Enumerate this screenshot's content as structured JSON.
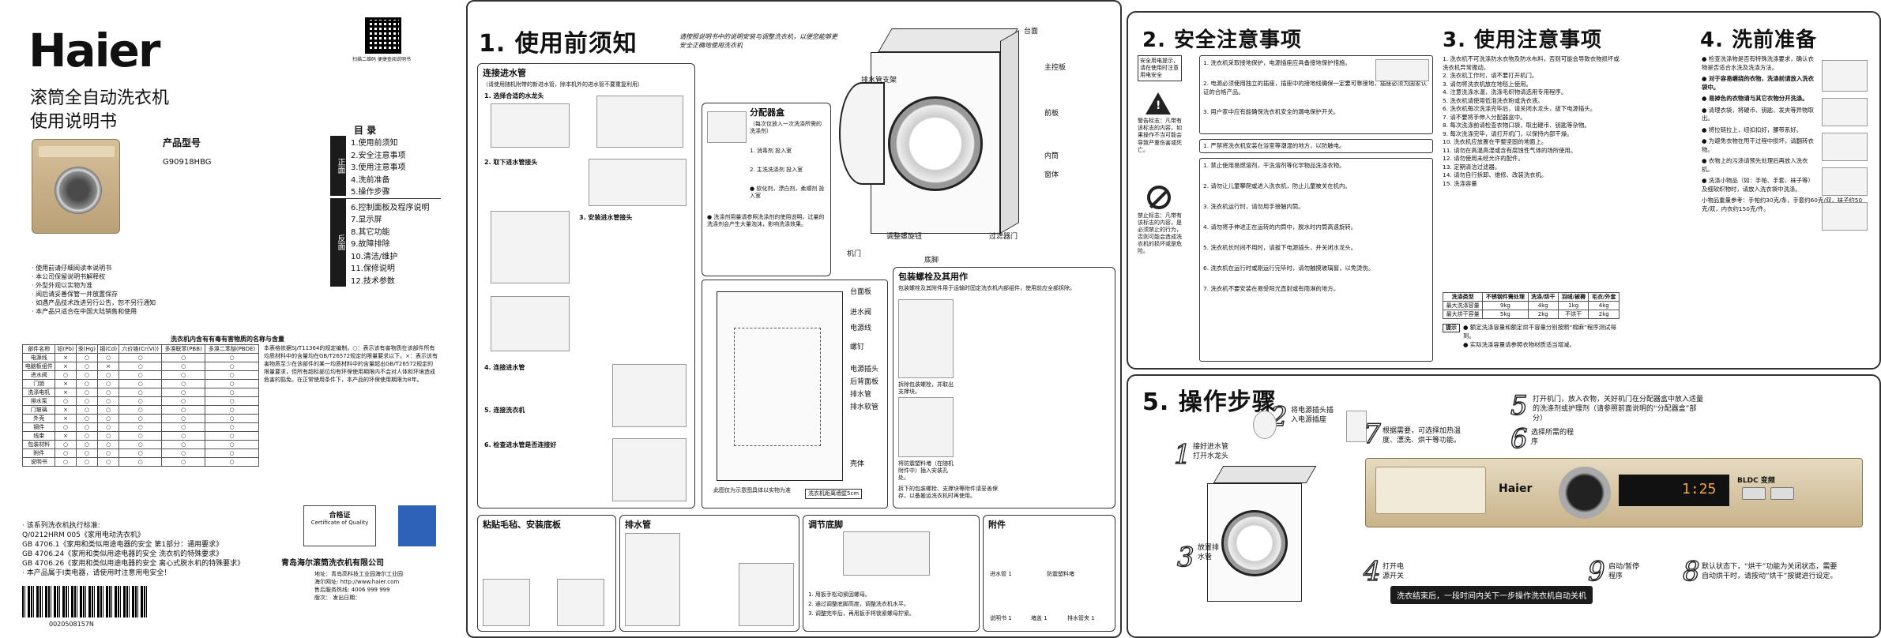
{
  "cover": {
    "brand": "Haier",
    "title_1": "滚筒全自动洗衣机",
    "title_2": "使用说明书",
    "model_label": "产品型号",
    "model": "G90918HBG",
    "qr_caption": "扫描二维码 便捷查阅说明书",
    "toc_title": "目  录",
    "toc_tab_front": "正面",
    "toc_tab_back": "反面",
    "toc_front": [
      "1.使用前须知",
      "2.安全注意事项",
      "3.使用注意事项",
      "4.洗前准备",
      "5.操作步骤"
    ],
    "toc_back": [
      "6.控制面板及程序说明",
      "7.显示屏",
      "8.其它功能",
      "9.故障排除",
      "10.清洁/维护",
      "11.保修说明",
      "12.技术参数"
    ],
    "notes": [
      "· 使用前请仔细阅读本说明书",
      "· 本公司保留说明书解释权",
      "· 外型外观以实物为准",
      "· 阅后请妥善保管一并放置保存",
      "· 如遇产品技术改进另行公告，恕不另行通知",
      "· 本产品只适合在中国大陆销售和使用"
    ],
    "hazard_title": "洗衣机内含有有毒有害物质的名称与含量",
    "hazard_headers": [
      "部件名称",
      "铅(Pb)",
      "汞(Hg)",
      "镉(Cd)",
      "六价铬(Cr(VI))",
      "多溴联苯(PBB)",
      "多溴二苯醚(PBDE)"
    ],
    "hazard_rows": [
      [
        "电源线",
        "×",
        "○",
        "○",
        "○",
        "○",
        "○"
      ],
      [
        "电脑板组件",
        "×",
        "○",
        "×",
        "○",
        "○",
        "○"
      ],
      [
        "进水阀",
        "○",
        "○",
        "○",
        "○",
        "○",
        "○"
      ],
      [
        "门锁",
        "×",
        "○",
        "○",
        "○",
        "○",
        "○"
      ],
      [
        "洗涤电机",
        "×",
        "○",
        "○",
        "○",
        "○",
        "○"
      ],
      [
        "排水泵",
        "○",
        "○",
        "○",
        "○",
        "○",
        "○"
      ],
      [
        "门玻璃",
        "×",
        "○",
        "○",
        "○",
        "○",
        "○"
      ],
      [
        "外壳",
        "×",
        "○",
        "○",
        "○",
        "○",
        "○"
      ],
      [
        "钢件",
        "○",
        "○",
        "○",
        "○",
        "○",
        "○"
      ],
      [
        "线束",
        "×",
        "○",
        "○",
        "○",
        "○",
        "○"
      ],
      [
        "包装材料",
        "○",
        "○",
        "○",
        "○",
        "○",
        "○"
      ],
      [
        "附件",
        "○",
        "○",
        "○",
        "○",
        "○",
        "○"
      ],
      [
        "说明书",
        "○",
        "○",
        "○",
        "○",
        "○",
        "○"
      ]
    ],
    "hazard_note": "本表格依据SJ/T11364的规定编制。○：表示该有害物质在该部件所有均质材料中的含量均在GB/T26572规定的限量要求以下。×：表示该有害物质至少在该部件的某一均质材料中的含量超出GB/T26572规定的限量要求，但所有超标部位均有环保使用期限内不会对人体和环境造成危害的豁免。在正常使用条件下，本产品的环保使用期限为8年。",
    "standards": [
      "· 该系列洗衣机执行标准:",
      "Q/0212HRM 005《家用电动洗衣机》",
      "GB 4706.1《家用和类似用途电器的安全 第1部分：通用要求》",
      "GB 4706.24《家用和类似用途电器的安全 洗衣机的特殊要求》",
      "GB 4706.26《家用和类似用途电器的安全 离心式脱水机的特殊要求》",
      "· 本产品属于Ⅰ类电器，请使用时注意用电安全！"
    ],
    "barcode_number": "0020508157N",
    "cert_title": "合格证",
    "cert_sub": "Certificate of Quality",
    "company": "青岛海尔滚筒洗衣机有限公司",
    "address": [
      "地址：青岛高科技工业园海尔工业园",
      "海尔网址: http://www.haier.com",
      "售后服务热线: 4006 999 999",
      "版次：  发出日期："
    ]
  },
  "s1": {
    "title": "1. 使用前须知",
    "subtitle": "请按照说明书中的说明安装与调整洗衣机，以便您能够更安全正确地使用洗衣机",
    "inlet_title": "连接进水管",
    "inlet_sub": "（请使用随机附带的新进水管，除本机外的进水管不要重复利用）",
    "steps": [
      "1. 选择合适的水龙头",
      "2. 取下进水管接头",
      "3. 安装进水管接头",
      "4. 连接进水管",
      "5. 连接洗衣机",
      "6. 检查进水管是否连接好"
    ],
    "dispenser_title": "分配器盒",
    "dispenser_sub": "（每次仅放入一次洗涤所需的洗涤剂）",
    "dispenser_items": [
      "1. 消毒剂  投入室",
      "2. 主洗洗涤剂  投入室",
      "● 软化剂，漂白剂，柔顺剂  投入室"
    ],
    "parts": [
      "台面",
      "主控板",
      "排水管支架",
      "前板",
      "内筒",
      "窗体",
      "机门",
      "底脚",
      "调整螺旋钮",
      "过滤器门"
    ],
    "back_parts": [
      "台面板",
      "进水阀",
      "电源线",
      "螺钉",
      "电源插头",
      "后背面板",
      "排水管",
      "排水软管",
      "壳体"
    ],
    "back_note_1": "此图仅为示意图具体以实物为准",
    "back_note_2": "洗衣机距离墙壁5cm",
    "bolt_title": "包装螺栓及其用作",
    "bolt_desc": "包装螺栓及其附件用于运输时固定洗衣机内部组件，使用前应全部拆除。",
    "bolt_captions": [
      "拆除包装螺栓，并取出支撑块。",
      "将防震塑料堵（在随机附件中）插入安装孔处。"
    ],
    "bolt_note": "拆下的包装螺栓、支撑块等附件请妥善保存，以备搬运洗衣机时再使用。",
    "bottom_boxes": [
      "粘贴毛毡、安装底板",
      "排水管",
      "调节底脚",
      "附件"
    ],
    "accessories": [
      "进水管 1",
      "防震塑料堵",
      "说明书 1",
      "堵盖 1",
      "排水管夹 1"
    ],
    "leveling_notes": [
      "1. 用扳手松动紧固螺母。",
      "2. 通过调整底脚高度，调整洗衣机水平。",
      "3. 调整完毕后，再用扳手将锁紧螺母拧紧。"
    ]
  },
  "s2": {
    "title": "2. 安全注意事项",
    "labels": [
      "警告标志：凡带有该标志的内容，如果操作不当可能会导致严重伤害或死亡。",
      "禁止标志：凡带有该标志的内容，是必须禁止的行为，否则可能会造成洗衣机的损坏或是危险。"
    ],
    "power_box": "安全用电提示，请在使用时注意用电安全",
    "items_1": [
      "1. 洗衣机采取接地保护，电源插座应具备接地保护措施。",
      "2. 电源必须使用独立的插座，插座中的接地线确保一定要可靠接地，插座必须为国家认证的合格产品。",
      "3. 用户家中应有能确保洗衣机安全的漏电保护开关。"
    ],
    "item_mid": "1. 严禁将洗衣机安装在浴室等潮湿的地方，以防触电。",
    "items_2": [
      "1. 禁止使用易燃溶剂，干洗溶剂等化学物品洗涤衣物。",
      "2. 请勿让儿童攀爬或进入洗衣机，防止儿童被关在机内。",
      "3. 洗衣机运行时，请勿用手接触内筒。",
      "4. 请勿将手伸进正在运转的内筒中，脱水时内筒高速旋转。",
      "5. 洗衣机长时间不用时，请拔下电源插头，并关闭水龙头。",
      "6. 洗衣机在运行时或刚运行完毕时，请勿触摸玻璃窗，以免烫伤。",
      "7. 洗衣机不要安装在易受阳光直射或有雨淋的地方。"
    ]
  },
  "s3": {
    "title": "3. 使用注意事项",
    "items": [
      "1. 洗衣机不可洗涤防水衣物及防水布料，否则可能会导致衣物损坏或洗衣机异常振动。",
      "2. 洗衣机工作时，请不要打开机门。",
      "3. 请勿将洗衣机放在地毯上使用。",
      "4. 注意洗涤水温，洗涤毛织物请选用专用程序。",
      "5. 洗衣机请使用低泡洗衣粉或洗衣液。",
      "6. 洗衣机每次洗涤完毕后，请关闭水龙头，拔下电源插头。",
      "7. 请不要将手伸入分配器盒中。",
      "8. 每次洗涤前请检查衣物口袋，取出硬币、钥匙等杂物。",
      "9. 每次洗涤完毕，请打开机门，以保持内部干燥。",
      "10. 洗衣机应放置在平整坚固的地面上。",
      "11. 请勿在高温高湿或含有腐蚀性气体的场所使用。",
      "12. 请勿使用未经允许的配件。",
      "13. 定期清洁过滤器。",
      "14. 请勿自行拆卸、维修、改装洗衣机。",
      "15. 洗涤容量"
    ],
    "load_headers": [
      "洗涤类型",
      "不锈钢件需处理",
      "洗涤/烘干",
      "羽绒/被褥",
      "毛衣/外套"
    ],
    "load_rows": [
      [
        "最大洗涤容量",
        "9kg",
        "4kg",
        "1kg",
        "4kg"
      ],
      [
        "最大烘干容量",
        "5kg",
        "2kg",
        "不烘干",
        "2kg"
      ]
    ],
    "tip_label": "提示",
    "tips": [
      "● 额定洗涤容量和额定烘干容量分别按照“棉麻”程序测试得到。",
      "● 实际洗涤容量请参照衣物材质适当增减。"
    ]
  },
  "s4": {
    "title": "4. 洗前准备",
    "items": [
      "● 检查洗涤物是否有特殊洗涤要求，确认衣物是否适合水洗及洗涤方法。",
      "● 对于容易缠绕的衣物，洗涤前请放入洗衣袋中。",
      "● 易掉色的衣物请与其它衣物分开洗涤。",
      "● 清理衣袋，将硬币、钥匙、发夹等异物取出。",
      "● 将拉链拉上，纽扣扣好，腰带系好。",
      "● 为避免衣物在甩干过程中损坏，请翻转衣物。",
      "● 衣物上的污渍请预先处理后再放入洗衣机。",
      "● 洗涤小物品（如：手帕、手套、袜子等）及细软织物时，请放入洗衣袋中洗涤。"
    ],
    "weights": "小物品重量参考：手帕约30克/条，手套约60克/双，袜子约50克/双，内衣约150克/件。"
  },
  "s5": {
    "title": "5. 操作步骤",
    "steps": [
      {
        "num": "1",
        "text": "接好进水管\n打开水龙头"
      },
      {
        "num": "2",
        "text": "将电源插头插\n入电源插座"
      },
      {
        "num": "3",
        "text": "放置排\n水管"
      },
      {
        "num": "4",
        "text": "打开电\n源开关"
      },
      {
        "num": "5",
        "text": "打开机门，放入衣物，关好机门在分配器盒中放入适量的洗涤剂或护理剂（请参照前面说明的“分配器盒”部分）"
      },
      {
        "num": "6",
        "text": "选择所需的程序"
      },
      {
        "num": "7",
        "text": "根据需要，可选择加热温度、漂洗、烘干等功能。"
      },
      {
        "num": "8",
        "text": "默认状态下，“烘干”功能为关闭状态，需要自动烘干时，请按动“烘干”按键进行设定。"
      },
      {
        "num": "9",
        "text": "启动/暂停\n程序"
      }
    ],
    "footer": "洗衣结束后，一段时间内关下一步操作洗衣机自动关机",
    "display_time": "1:25",
    "panel_brand": "Haier",
    "panel_caption": "BLDC 变频"
  },
  "colors": {
    "accent": "#1b1b1b",
    "border": "#333333",
    "cert_blue": "#2e61b8"
  }
}
